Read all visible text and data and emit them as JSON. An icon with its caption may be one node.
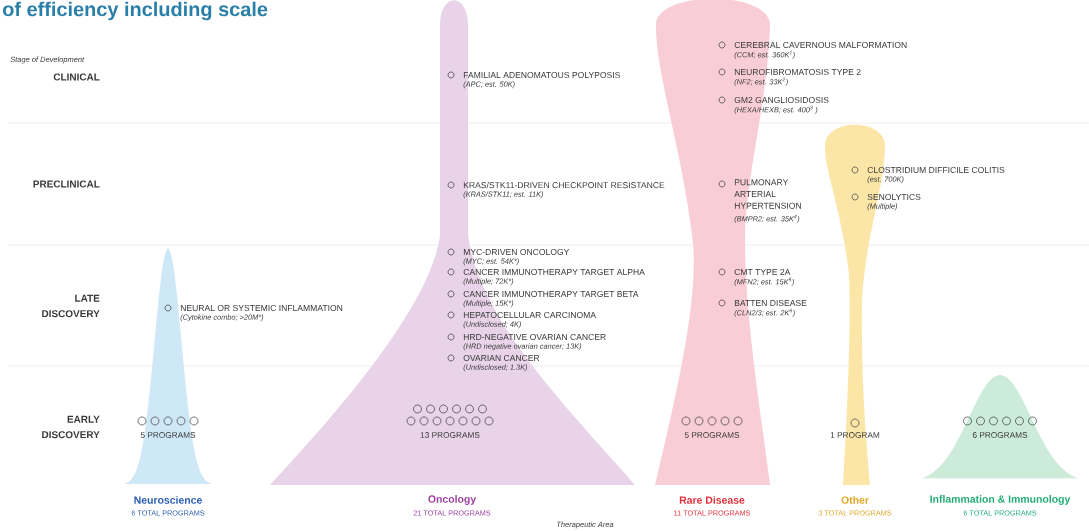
{
  "diagram": {
    "title": "of efficiency including scale",
    "nodes": [
      {
        "text": [
          "NEURAL OR SYSTEMIC INFLAMMATION",
          "(Cytokine combo; >20M*)",
          "5 PROGRAMS"
        ]
      },
      {
        "text": [
          "FAMILIAL ADENOMATOUS POLYPOSIS",
          "(APC; est. 50K)",
          "KRAS/STK11-DRIVEN CHECKPOINT RESISTANCE",
          "(KRAS/STK11; est. 11K)",
          "MYC-DRIVEN ONCOLOGY",
          "(MYC; est. 54K*)",
          "CANCER IMMUNOTHERAPY TARGET ALPHA",
          "(Multiple; 72K*)",
          "CANCER IMMUNOTHERAPY TARGET BETA",
          "(Multiple; 15K*)",
          "HEPATOCELLULAR CARCINOMA",
          "(Undisclosed; 4K)",
          "HRD-NEGATIVE OVARIAN CANCER",
          "(HRD negative ovarian cancer; 13K)",
          "OVARIAN CANCER",
          "(Undisclosed; 1.3K)",
          "13 PROGRAMS"
        ]
      },
      {
        "text": [
          "CEREBRAL CAVERNOUS MALFORMATION",
          "(CCM; est. 360K$^{1}$)",
          "NEUROFIBROMATOSIS TYPE 2",
          "(NF2; est. 33K$^{2}$)",
          "GM2 GANGLIOSIDOSIS",
          "(HEXA/HEXB; est. 400$^{3}$ )",
          "PULMONARY ARTERIAL HYPERTENSION",
          "(BMPR2; est. 35K$^{4}$)",
          "CMT TYPE 2A",
          "(MFN2; est. 15K$^{5}$)",
          "BATTEN DISEASE",
          "(CLN2/3; est. 2K$^{6}$)",
          "5 PROGRAMS"
        ]
      },
      {
        "text": [
          "CLOSTRIDIUM DIFFICILE COLITIS",
          "(est. 700K)",
          "SENOLYTICS",
          "(Multiple)",
          "1 PROGRAM"
        ]
      },
      {
        "text": [
          "6 PROGRAMS"
        ]
      }
    ],
    "labels": [
      "Stage of Development",
      "CLINICAL",
      "PRECLINICAL",
      "LATE DISCOVERY",
      "EARLY DISCOVERY",
      "Neuroscience",
      "6 TOTAL PROGRAMS",
      "Oncology",
      "21 TOTAL PROGRAMS",
      "Rare Disease",
      "11 TOTAL PROGRAMS",
      "Other",
      "3 TOTAL PROGRAMS",
      "Inflammation & Immunology",
      "6 TOTAL PROGRAMS",
      "Therapeutic Area"
    ]
  }
}
